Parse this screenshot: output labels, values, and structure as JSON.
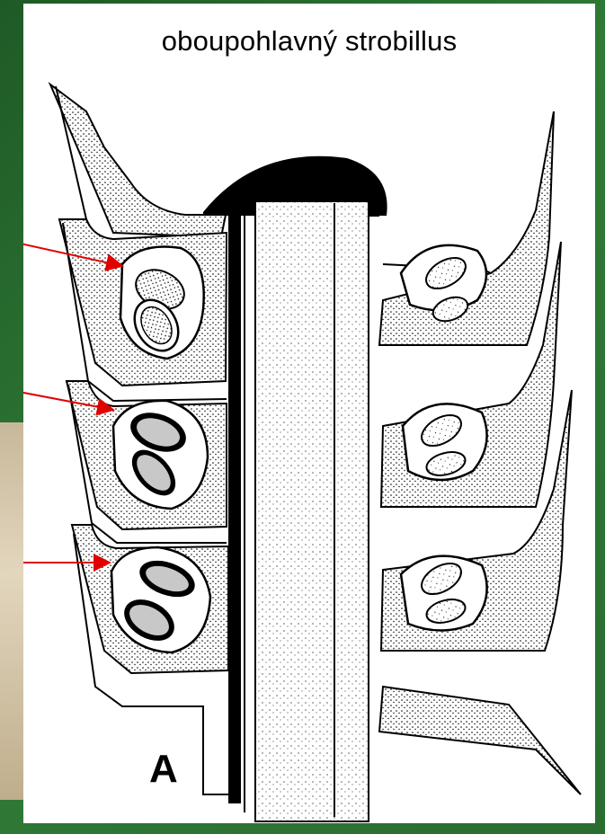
{
  "title": "oboupohlavný strobillus",
  "figure_label": "A",
  "colors": {
    "background": "#2a6d31",
    "panel": "#ffffff",
    "arrow": "#e00000",
    "seed_fill": "#c8c8c8"
  },
  "arrows": [
    {
      "target": "upper-left-sporangium"
    },
    {
      "target": "middle-left-sporangium"
    },
    {
      "target": "lower-left-sporangium"
    }
  ]
}
